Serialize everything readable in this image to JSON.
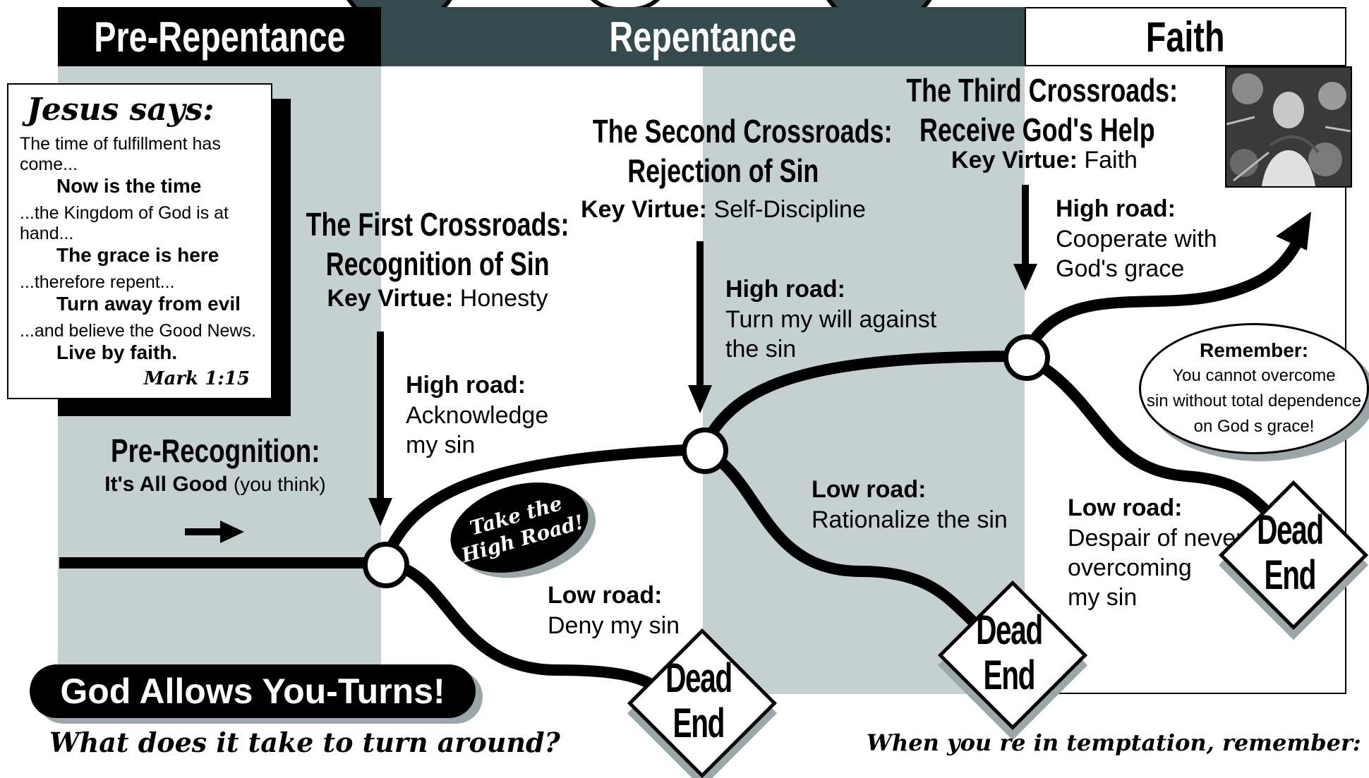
{
  "headers": {
    "pre_repentance": "Pre-Repentance",
    "repentance": "Repentance",
    "faith": "Faith"
  },
  "jesus_box": {
    "title": "Jesus says:",
    "lines": [
      {
        "quote": "The time of fulfillment has come...",
        "meaning": "Now is the time"
      },
      {
        "quote": "...the Kingdom of God is at hand...",
        "meaning": "The grace is here"
      },
      {
        "quote": "...therefore repent...",
        "meaning": "Turn away from evil"
      },
      {
        "quote": "...and believe the Good News.",
        "meaning": "Live by faith."
      }
    ],
    "citation": "Mark 1:15"
  },
  "pre_recognition": {
    "title": "Pre-Recognition:",
    "subtitle_bold": "It's All Good",
    "subtitle_rest": "(you think)"
  },
  "crossroads": [
    {
      "title_line1": "The First Crossroads:",
      "title_line2": "Recognition of Sin",
      "virtue_label": "Key Virtue:",
      "virtue": "Honesty",
      "high_label": "High road:",
      "high_text": [
        "Acknowledge",
        "my sin"
      ],
      "low_label": "Low road:",
      "low_text": [
        "Deny my sin"
      ]
    },
    {
      "title_line1": "The Second Crossroads:",
      "title_line2": "Rejection of Sin",
      "virtue_label": "Key Virtue:",
      "virtue": "Self-Discipline",
      "high_label": "High road:",
      "high_text": [
        "Turn my will against",
        "the sin"
      ],
      "low_label": "Low road:",
      "low_text": [
        "Rationalize the sin"
      ]
    },
    {
      "title_line1": "The Third Crossroads:",
      "title_line2": "Receive God's Help",
      "virtue_label": "Key Virtue:",
      "virtue": "Faith",
      "high_label": "High road:",
      "high_text": [
        "Cooperate with",
        "God's grace"
      ],
      "low_label": "Low road:",
      "low_text": [
        "Despair of never",
        "overcoming",
        "my sin"
      ]
    }
  ],
  "take_high_road": [
    "Take the",
    "High Road!"
  ],
  "dead_end": [
    "Dead",
    "End"
  ],
  "remember": {
    "title": "Remember:",
    "lines": [
      "You cannot overcome",
      "sin without total dependence",
      "on God s grace!"
    ]
  },
  "you_turns": {
    "banner": "God Allows You-Turns!",
    "question": "What does it take to turn around?"
  },
  "temptation": "When you re in temptation, remember:",
  "colors": {
    "dark_band": "#354a4c",
    "zone_gray": "#c5d0d1",
    "black": "#000000",
    "shadow": "#9aa6a7"
  },
  "icons": [
    "right-arrow-icon",
    "down-arrow-icon",
    "up-right-arrow-icon",
    "stained-glass-image"
  ]
}
